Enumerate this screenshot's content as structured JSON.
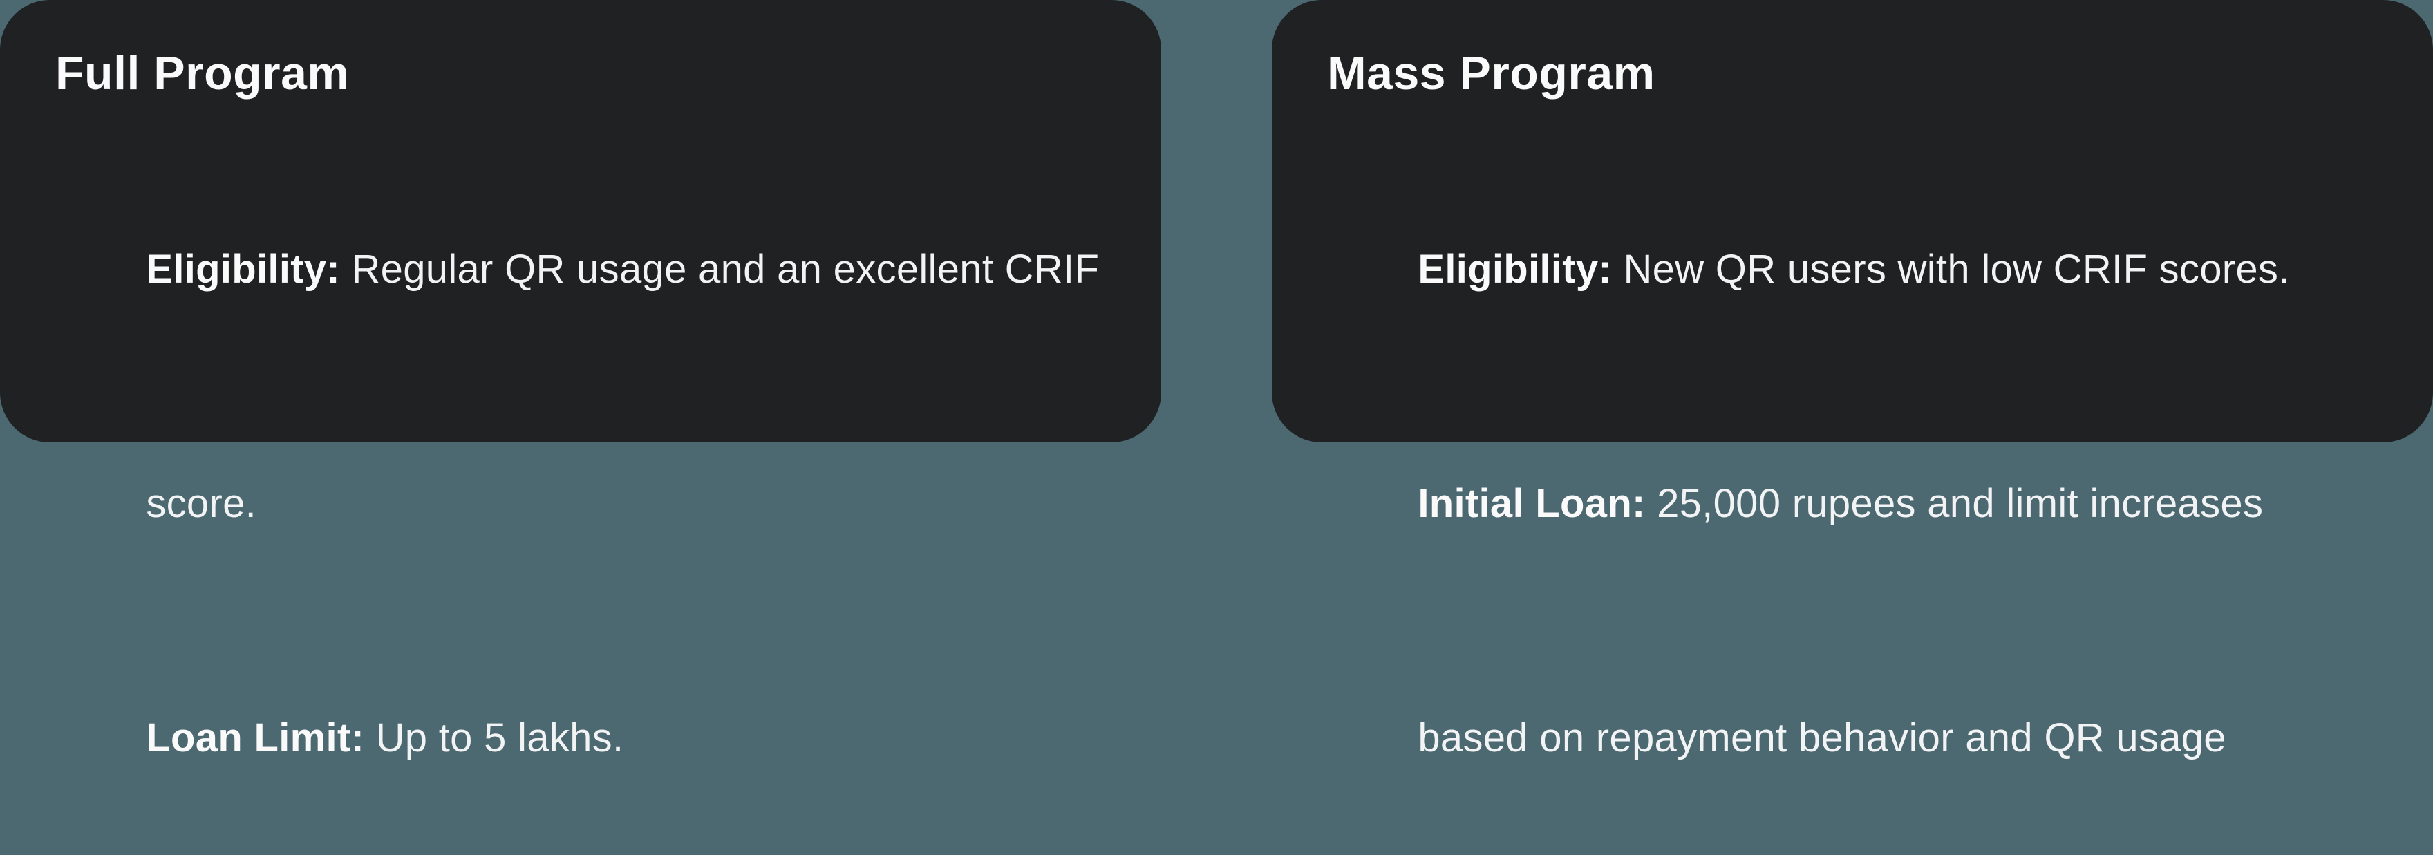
{
  "colors": {
    "page_background": "#4c6871",
    "card_background": "#1f2123",
    "text": "#f2f3f4"
  },
  "cards": [
    {
      "title": "Full Program",
      "lines": [
        {
          "label": "Eligibility:",
          "text": " Regular QR usage and an excellent CRIF"
        },
        {
          "label": "",
          "text": "score."
        },
        {
          "label": "Loan Limit:",
          "text": " Up to 5 lakhs."
        }
      ]
    },
    {
      "title": "Mass Program",
      "lines": [
        {
          "label": "Eligibility:",
          "text": " New QR users with low CRIF scores."
        },
        {
          "label": "Initial Loan:",
          "text": " 25,000 rupees and limit increases"
        },
        {
          "label": "",
          "text": "based on repayment behavior and QR usage"
        }
      ]
    }
  ]
}
